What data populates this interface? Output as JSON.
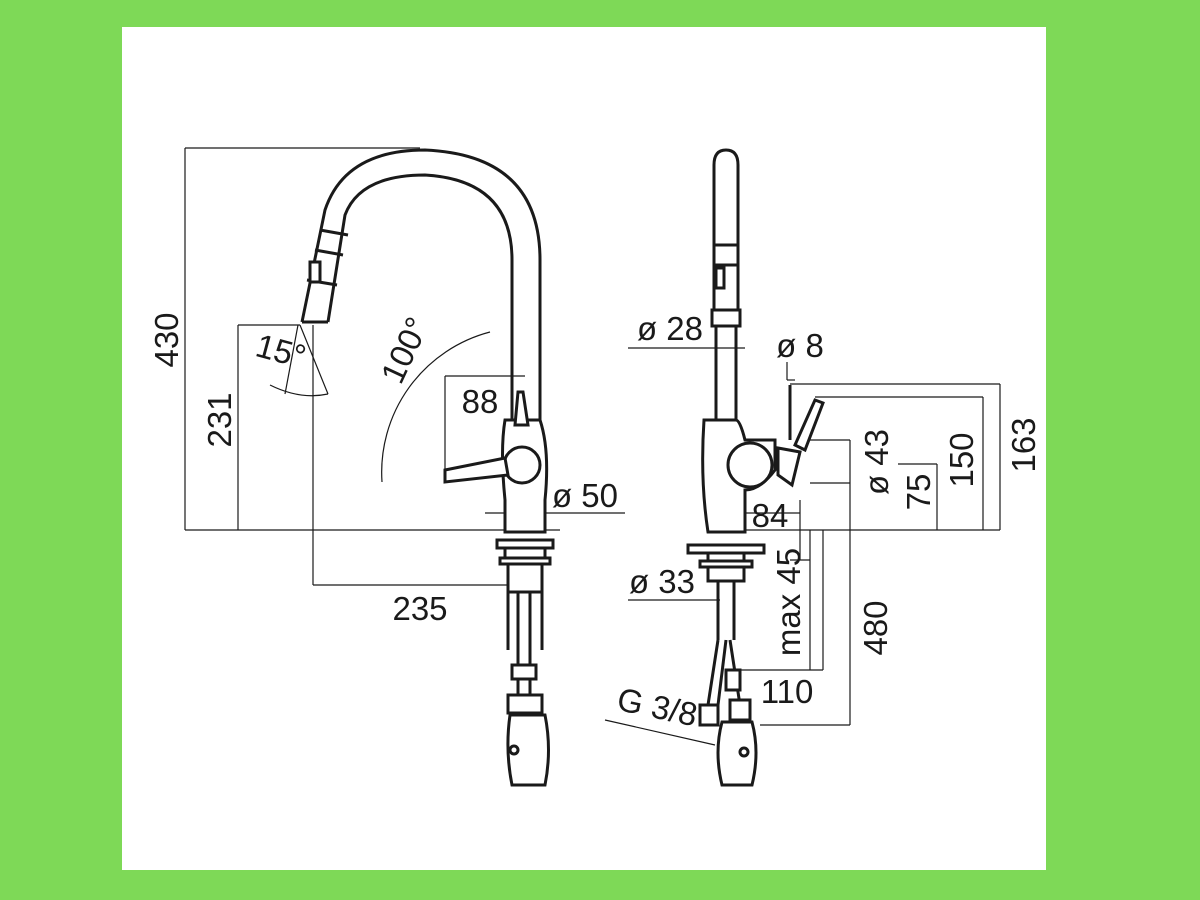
{
  "colors": {
    "frame": "#7ed957",
    "sheet": "#ffffff",
    "ink": "#1a1a1a"
  },
  "front_view": {
    "height_total": "430",
    "height_spout": "231",
    "spout_angle": "15°",
    "swivel_angle": "100°",
    "handle_offset": "88",
    "base_diameter": "ø 50",
    "reach": "235"
  },
  "side_view": {
    "spout_diameter": "ø 28",
    "hose_diameter": "ø 8",
    "lever_diameter": "ø 43",
    "height_163": "163",
    "height_150": "150",
    "height_75": "75",
    "depth_84": "84",
    "shank_diameter": "ø 33",
    "max_thickness": "max 45",
    "shank_length": "480",
    "width_110": "110",
    "thread": "G 3/8"
  }
}
